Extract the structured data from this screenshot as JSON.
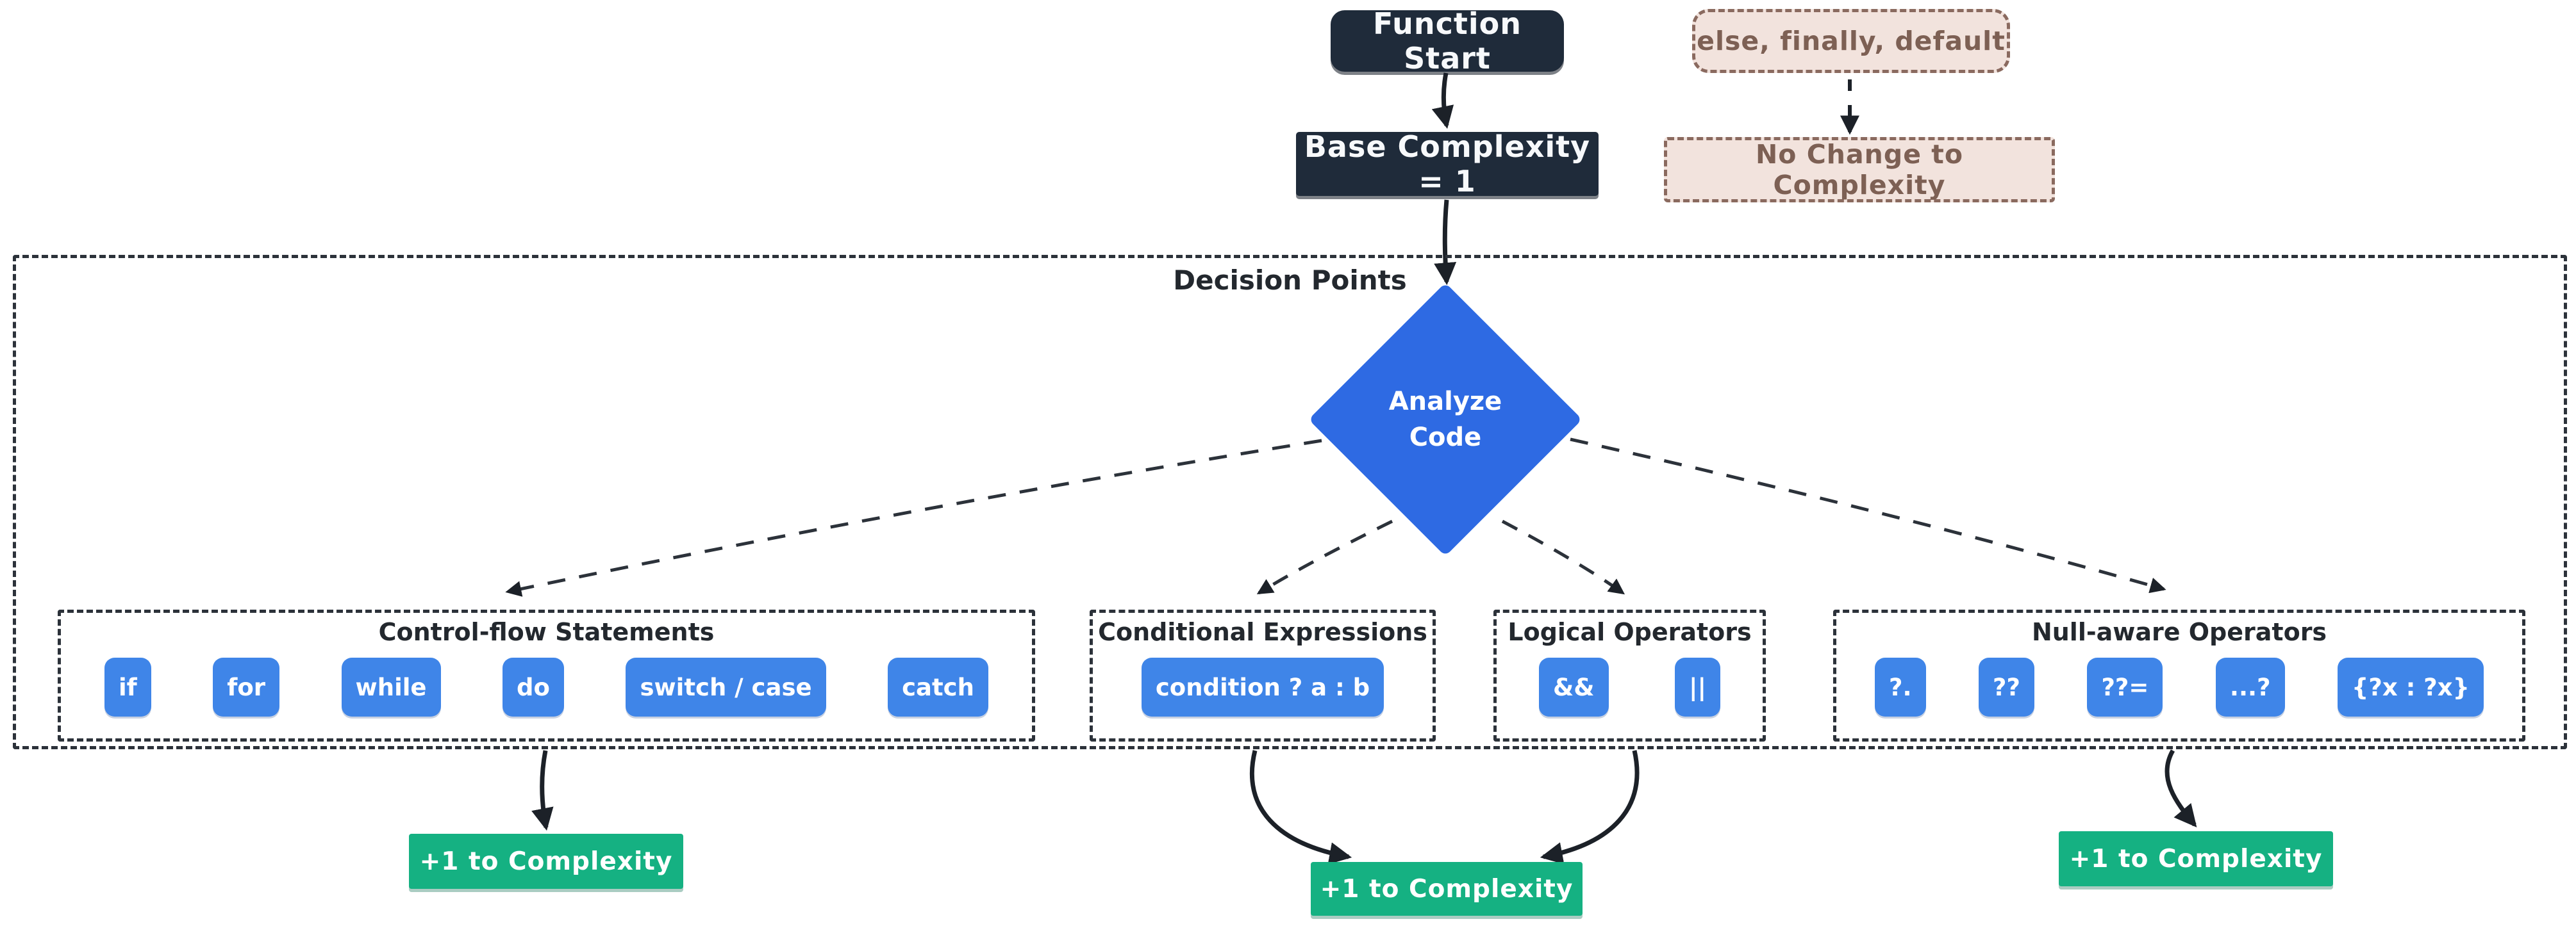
{
  "nodes": {
    "function_start": "Function Start",
    "base_complexity": "Base Complexity = 1",
    "else_group": "else, finally, default",
    "no_change": "No Change to Complexity"
  },
  "container": {
    "label": "Decision Points"
  },
  "diamond": {
    "label": "Analyze\nCode"
  },
  "groups": [
    {
      "label": "Control-flow Statements",
      "chips": [
        "if",
        "for",
        "while",
        "do",
        "switch / case",
        "catch"
      ]
    },
    {
      "label": "Conditional Expressions",
      "chips": [
        "condition ? a : b"
      ]
    },
    {
      "label": "Logical Operators",
      "chips": [
        "&&",
        "||"
      ]
    },
    {
      "label": "Null-aware Operators",
      "chips": [
        "?.",
        "??",
        "??=",
        "...?",
        "{?x : ?x}"
      ]
    }
  ],
  "outcomes": {
    "plus_one": "+1 to Complexity"
  },
  "colors": {
    "node_dark": "#1f2b3a",
    "diamond_blue": "#2e6ae3",
    "chip_blue": "#3f85e8",
    "outcome_green": "#15b182",
    "note_beige_bg": "#f2e3dd",
    "note_border_brown": "#8a6a5f",
    "note_text_brown": "#7d6054",
    "connector_dark": "#2c323a"
  }
}
